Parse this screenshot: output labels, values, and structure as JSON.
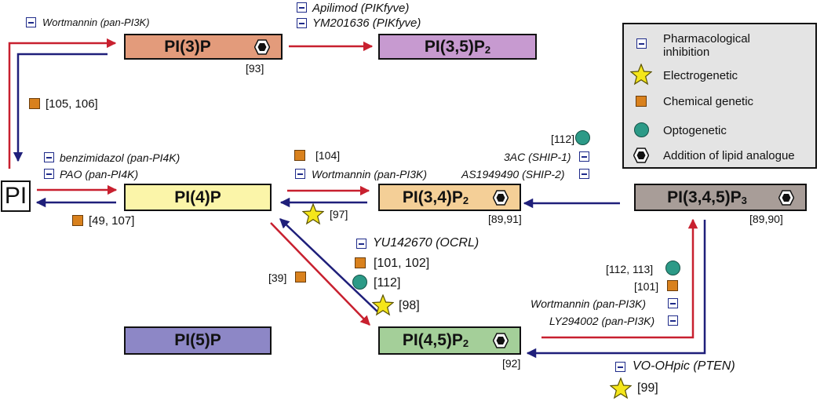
{
  "nodes": {
    "pi": "PI",
    "pi3p": "PI(3)P",
    "pi35p2": {
      "main": "PI(3,5)P",
      "sub": "2"
    },
    "pi4p": "PI(4)P",
    "pi34p2": {
      "main": "PI(3,4)P",
      "sub": "2"
    },
    "pi345p3": {
      "main": "PI(3,4,5)P",
      "sub": "3"
    },
    "pi5p": "PI(5)P",
    "pi45p2": {
      "main": "PI(4,5)P",
      "sub": "2"
    }
  },
  "colors": {
    "pi3p": "#e39b7b",
    "pi35p2": "#c79ad0",
    "pi4p": "#fbf5a9",
    "pi34p2": "#f4cf97",
    "pi345p3": "#a89d98",
    "pi5p": "#8d87c6",
    "pi45p2": "#a4cf99",
    "pi": "#ffffff",
    "arrow_forward": "#c8202f",
    "arrow_reverse": "#1f1f7a",
    "inhibitor": "#1f2b8a",
    "chemical": "#d9811d",
    "optogenetic": "#2c9a87",
    "electrogenetic": "#f5e61a",
    "legend_bg": "#e4e4e4"
  },
  "labels": {
    "wortmannin_top": "Wortmannin (pan-PI3K)",
    "apilimod": "Apilimod (PIKfyve)",
    "ym201636": "YM201636 (PIKfyve)",
    "ref_93": "[93]",
    "ref_105_106": "[105, 106]",
    "benzimidazol": "benzimidazol (pan-PI4K)",
    "pao": "PAO (pan-PI4K)",
    "ref_49_107": "[49, 107]",
    "ref_104": "[104]",
    "wortmannin_mid": "Wortmannin (pan-PI3K)",
    "ref_97": "[97]",
    "ref_89_91": "[89,91]",
    "ref_112_top": "[112]",
    "ac3": "3AC (SHIP-1)",
    "as1949490": "AS1949490 (SHIP-2)",
    "ref_89_90": "[89,90]",
    "yu142670": "YU142670 (OCRL)",
    "ref_101_102": "[101, 102]",
    "ref_112_mid": "[112]",
    "ref_98": "[98]",
    "ref_39": "[39]",
    "ref_92": "[92]",
    "ref_112_113": "[112, 113]",
    "ref_101": "[101]",
    "wortmannin_low": "Wortmannin (pan-PI3K)",
    "ly294002": "LY294002 (pan-PI3K)",
    "vo_ohpic": "VO-OHpic (PTEN)",
    "ref_99": "[99]"
  },
  "legend": [
    {
      "icon": "inhibitor-icon",
      "label": "Pharmacological inhibition"
    },
    {
      "icon": "star-icon",
      "label": "Electrogenetic"
    },
    {
      "icon": "square-icon",
      "label": "Chemical genetic"
    },
    {
      "icon": "circle-icon",
      "label": "Optogenetic"
    },
    {
      "icon": "hexagon-icon",
      "label": "Addition of lipid analogue"
    }
  ]
}
